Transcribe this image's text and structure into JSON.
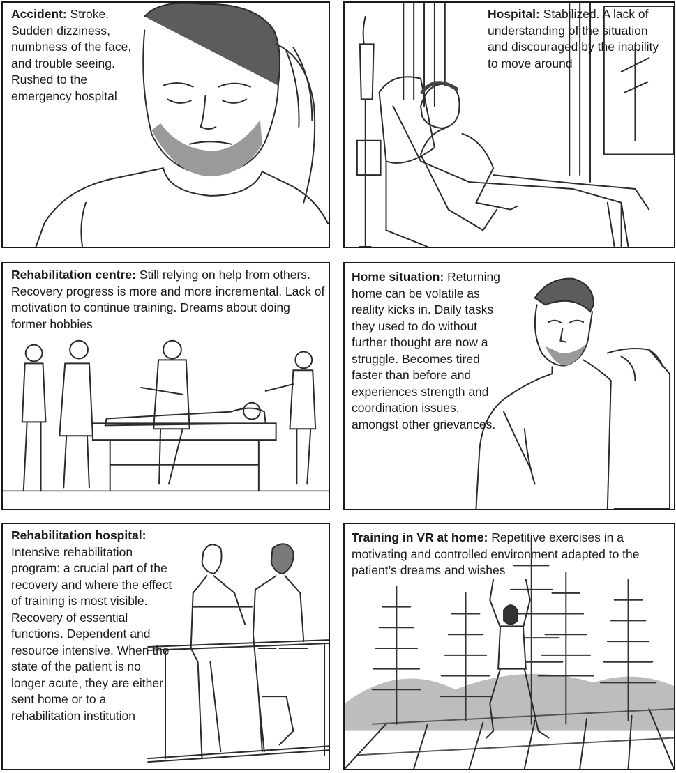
{
  "panels": [
    {
      "heading": "Accident:",
      "text": "Stroke. Sudden dizziness, numbness of the face, and trouble seeing. Rushed to the emergency hospital"
    },
    {
      "heading": "Hospital:",
      "text": "Stabilized. A lack of understanding of the situation and discouraged by the inability to move around"
    },
    {
      "heading": "Rehabilitation centre:",
      "text": "Still relying on help from others. Recovery progress is more and more incremental. Lack of motivation to continue training. Dreams about doing former hobbies"
    },
    {
      "heading": "Home situation:",
      "text": "Returning home can be volatile as reality kicks in. Daily tasks they used to do without further thought are now a struggle. Becomes tired faster than before and experiences strength and coordination issues, amongst other grievances."
    },
    {
      "heading": "Rehabilitation hospital:",
      "text": "Intensive rehabilitation program: a crucial part of the recovery and where the effect of training is most visible. Recovery of essential functions. Dependent and resource intensive. When the state of the patient is no longer acute, they are either sent home or to a rehabilitation institution"
    },
    {
      "heading": "Training in VR at home:",
      "text": "Repetitive exercises in a motivating and controlled environment adapted to the patient’s dreams and wishes"
    }
  ],
  "colors": {
    "border": "#1a1a1a",
    "line": "#2b2b2b",
    "shade": "#8c8c8c",
    "ground": "#bdbdbd"
  }
}
